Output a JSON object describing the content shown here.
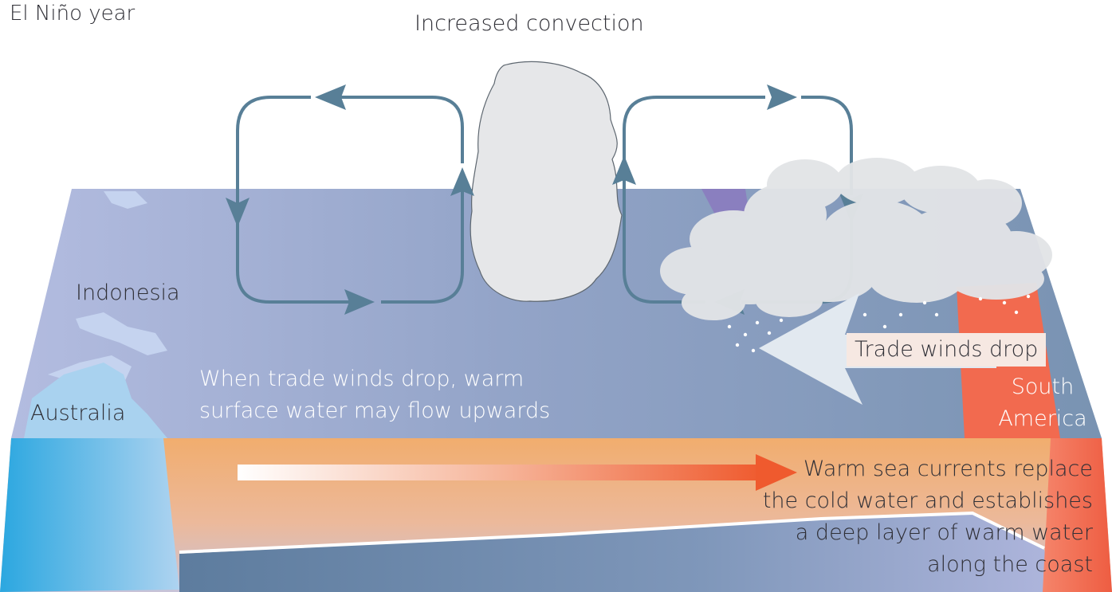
{
  "title": "El Niño year",
  "convection_label": "Increased convection",
  "regions": {
    "indonesia": "Indonesia",
    "australia": "Australia",
    "south_america_line1": "South",
    "south_america_line2": "America"
  },
  "notes": {
    "warm_flow_line1": "When trade winds drop, warm",
    "warm_flow_line2": "surface water may flow upwards",
    "trade_winds": "Trade winds drop",
    "currents_line1": "Warm sea currents replace",
    "currents_line2": "the cold water and establishes",
    "currents_line3": "a deep layer of warm water",
    "currents_line4": "along the coast"
  },
  "icons": [
    "convection-cloud-icon",
    "rain-cloud-icon",
    "circulation-arrow-icon",
    "trade-wind-arrow-icon",
    "warm-current-arrow-icon"
  ],
  "colors": {
    "ocean_surface": "#8fa1c4",
    "circulation_arrows": "#587f97",
    "land_west": "#3aaee3",
    "land_east": "#f26a4f",
    "warm_layer": "#f0b07a",
    "deep_water": "#6f8fb0",
    "cloud": "#e6e7e9"
  }
}
